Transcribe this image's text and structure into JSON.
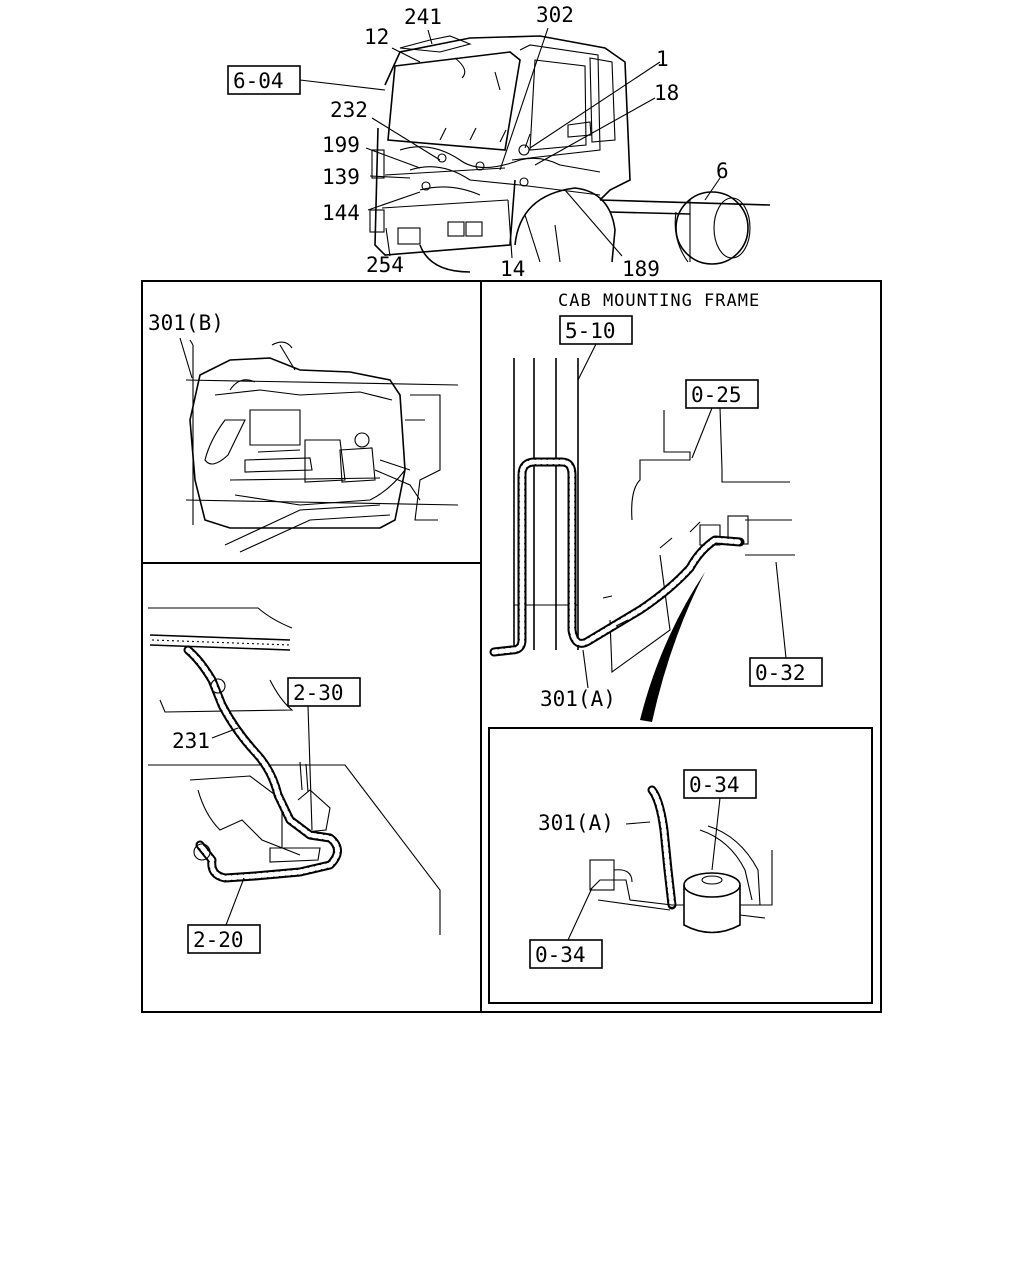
{
  "truck_callouts": {
    "c241": "241",
    "c302": "302",
    "c12": "12",
    "c1": "1",
    "c18": "18",
    "c232": "232",
    "c199": "199",
    "c139": "139",
    "c144": "144",
    "c6": "6",
    "c254": "254",
    "c14": "14",
    "c189": "189",
    "ref_604": "6-04"
  },
  "engine_panel": {
    "c301b": "301(B)"
  },
  "cab_frame_panel": {
    "caption": "CAB MOUNTING FRAME",
    "ref_510": "5-10",
    "ref_025": "0-25",
    "ref_032": "0-32",
    "c301a": "301(A)"
  },
  "detail_panel": {
    "c301a": "301(A)",
    "ref_034_top": "0-34",
    "ref_034_bottom": "0-34"
  },
  "lower_left_panel": {
    "ref_230": "2-30",
    "c231": "231",
    "ref_220": "2-20"
  }
}
